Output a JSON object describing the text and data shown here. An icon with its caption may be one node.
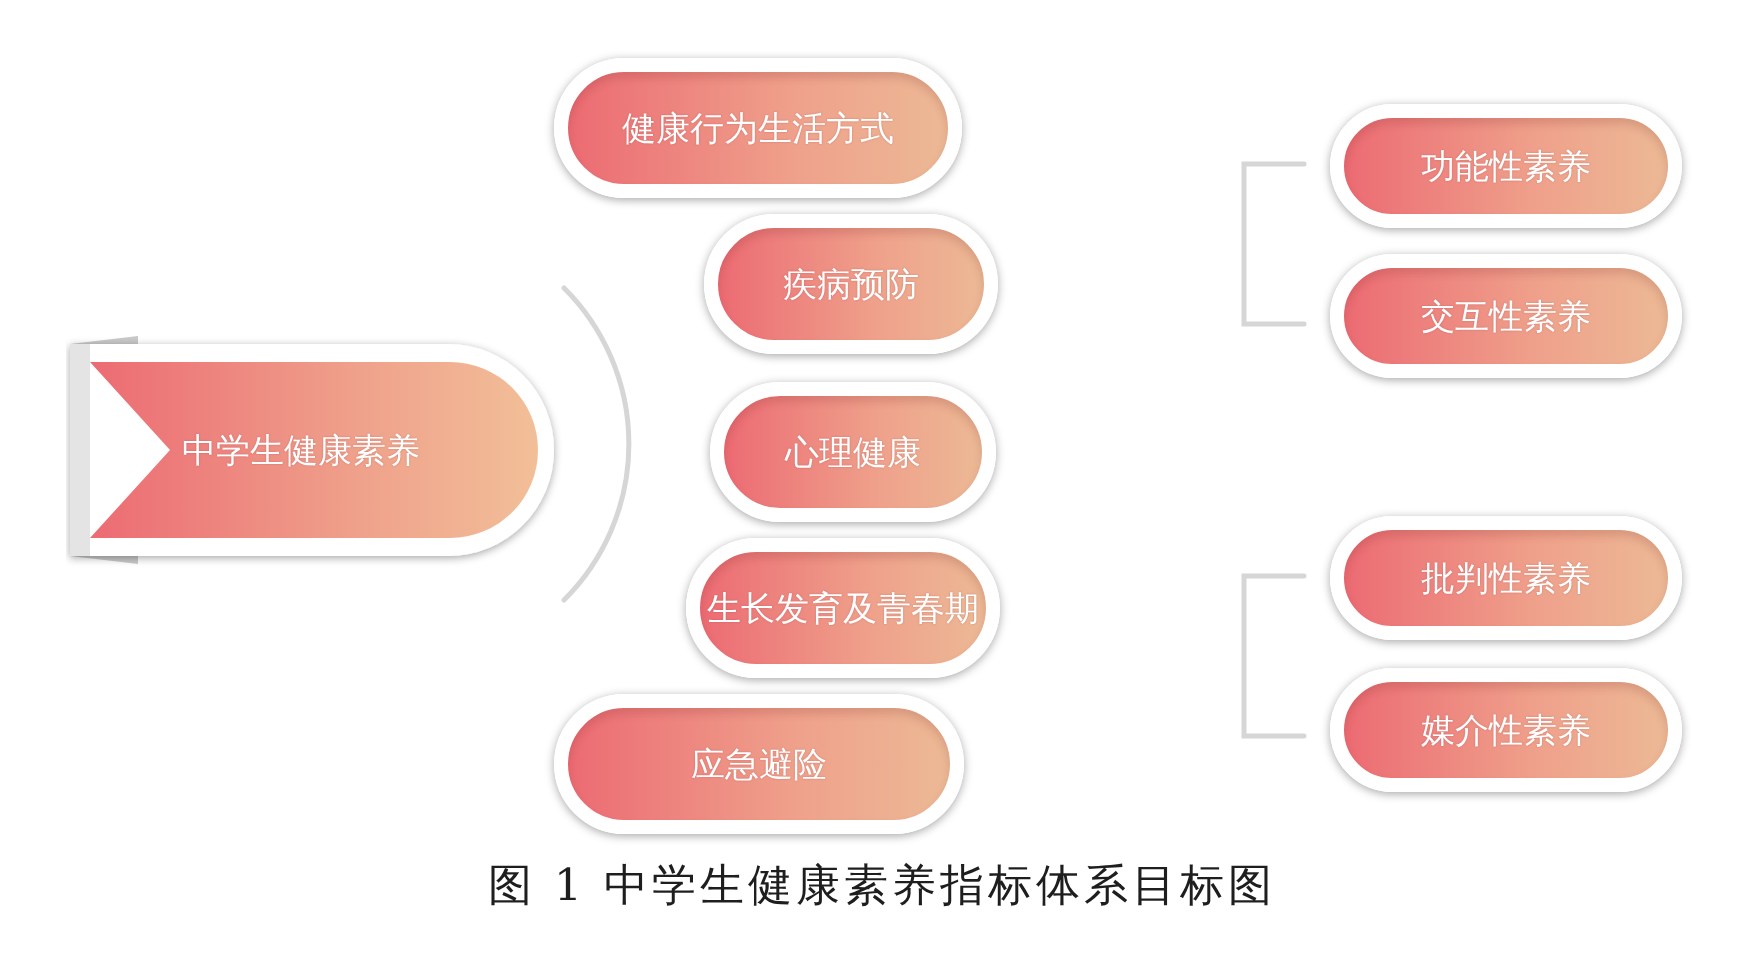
{
  "diagram": {
    "caption": "图 1 中学生健康素养指标体系目标图",
    "nodes": [
      {
        "text": [
          "中学生健康素养"
        ]
      },
      {
        "text": [
          "健康行为生活方式"
        ]
      },
      {
        "text": [
          "疾病预防"
        ]
      },
      {
        "text": [
          "心理健康"
        ]
      },
      {
        "text": [
          "生长发育及青春期"
        ]
      },
      {
        "text": [
          "应急避险"
        ]
      },
      {
        "text": [
          "功能性素养"
        ]
      },
      {
        "text": [
          "交互性素养"
        ]
      },
      {
        "text": [
          "批判性素养"
        ]
      },
      {
        "text": [
          "媒介性素养"
        ]
      }
    ]
  }
}
